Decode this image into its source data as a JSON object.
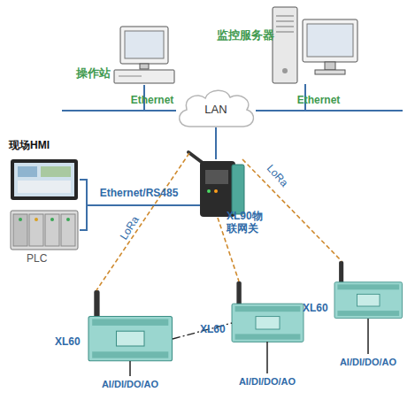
{
  "diagram": {
    "nodes": [
      {
        "text": [
          "操作站"
        ]
      },
      {
        "text": [
          "监控服务器"
        ]
      },
      {
        "text": [
          "LAN"
        ]
      },
      {
        "text": [
          "现场HMI"
        ]
      },
      {
        "text": [
          "PLC"
        ]
      },
      {
        "text": [
          "XL90物联网关"
        ]
      },
      {
        "text": [
          "XL60"
        ]
      },
      {
        "text": [
          "XL60"
        ]
      },
      {
        "text": [
          "XL60"
        ]
      }
    ],
    "edges": [
      {
        "from": 0,
        "to": 2,
        "label": "Ethernet",
        "arrow": "none"
      },
      {
        "from": 1,
        "to": 2,
        "label": "Ethernet",
        "arrow": "none"
      },
      {
        "from": 2,
        "to": 5,
        "arrow": "none"
      },
      {
        "from": 3,
        "to": 5,
        "label": "Ethernet/RS485",
        "arrow": "none"
      },
      {
        "from": 4,
        "to": 5,
        "arrow": "none"
      },
      {
        "from": 5,
        "to": 6,
        "label": "LoRa",
        "arrow": "none"
      },
      {
        "from": 5,
        "to": 7,
        "arrow": "none"
      },
      {
        "from": 5,
        "to": 8,
        "label": "LoRa",
        "arrow": "none"
      },
      {
        "from": 6,
        "to": 7,
        "arrow": "none"
      }
    ],
    "labels": [
      "AI/DI/DO/AO",
      "AI/DI/DO/AO",
      "AI/DI/DO/AO"
    ]
  }
}
